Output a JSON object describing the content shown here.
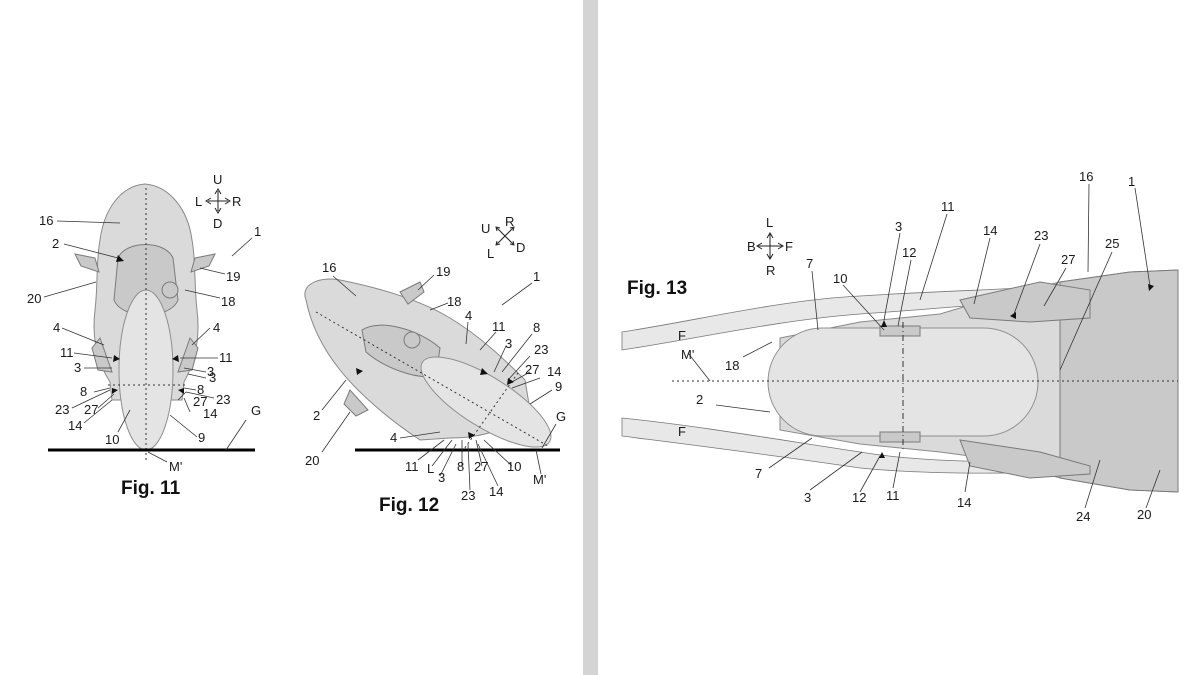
{
  "figures": {
    "fig11": {
      "caption": "Fig. 11",
      "compass": {
        "up": "U",
        "down": "D",
        "left": "L",
        "right": "R"
      },
      "labels": [
        "16",
        "2",
        "1",
        "19",
        "18",
        "20",
        "4",
        "4",
        "11",
        "11",
        "3",
        "3",
        "3",
        "8",
        "8",
        "23",
        "27",
        "27",
        "14",
        "14",
        "23",
        "10",
        "9",
        "G",
        "M'"
      ]
    },
    "fig12": {
      "caption": "Fig. 12",
      "compass": {
        "up": "U",
        "right": "R",
        "left": "L",
        "down": "D"
      },
      "labels": [
        "16",
        "19",
        "18",
        "1",
        "4",
        "11",
        "8",
        "3",
        "23",
        "27",
        "14",
        "9",
        "G",
        "2",
        "20",
        "4",
        "11",
        "L",
        "3",
        "8",
        "27",
        "10",
        "23",
        "14",
        "M'"
      ]
    },
    "fig13": {
      "caption": "Fig. 13",
      "compass": {
        "up": "L",
        "left": "B",
        "right": "F",
        "down": "R"
      },
      "labels": [
        "16",
        "1",
        "11",
        "3",
        "12",
        "14",
        "23",
        "25",
        "7",
        "10",
        "27",
        "F",
        "M'",
        "18",
        "2",
        "F",
        "7",
        "3",
        "12",
        "11",
        "14",
        "24",
        "20"
      ]
    }
  },
  "colors": {
    "divider": "#d4d4d4",
    "ground": "#000000",
    "body": "#dadada"
  }
}
